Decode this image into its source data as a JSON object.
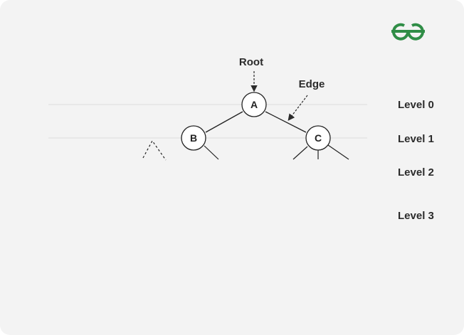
{
  "brand": {
    "logo_color": "#2f8d46"
  },
  "diagram": {
    "root_label": "Root",
    "edge_label": "Edge",
    "nodes": {
      "a": "A",
      "b": "B",
      "c": "C"
    },
    "levels": [
      "Level 0",
      "Level 1",
      "Level 2",
      "Level 3"
    ]
  }
}
